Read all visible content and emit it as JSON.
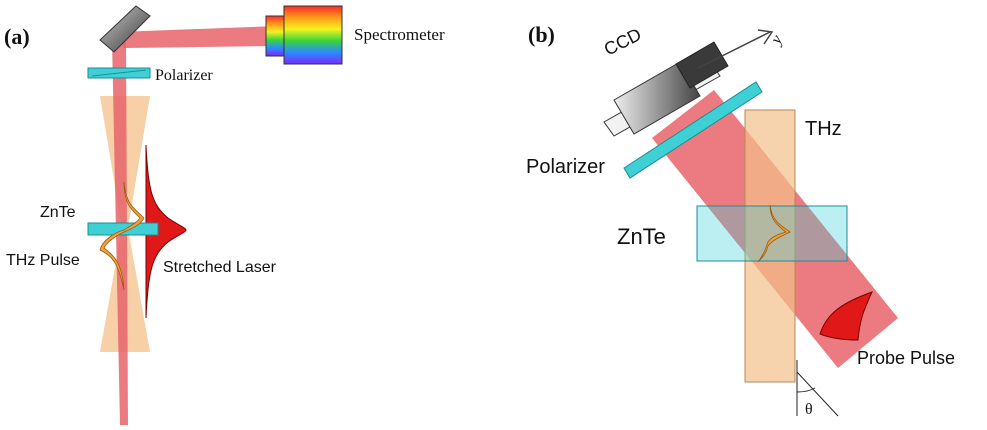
{
  "panels": {
    "a": {
      "tag": "(a)",
      "labels": {
        "spectrometer": "Spectrometer",
        "polarizer": "Polarizer",
        "znte": "ZnTe",
        "thz_pulse": "THz Pulse",
        "stretched_laser": "Stretched Laser"
      }
    },
    "b": {
      "tag": "(b)",
      "labels": {
        "ccd": "CCD",
        "axis": "y",
        "thz": "THz",
        "polarizer": "Polarizer",
        "znte": "ZnTe",
        "probe_pulse": "Probe Pulse",
        "angle": "θ"
      }
    }
  },
  "colors": {
    "laser": "#e8646a",
    "thz_beam": "#f4c08a",
    "crystal": "#3fd0d6",
    "pulse_orange": "#f2a23a",
    "pulse_red": "#e01818",
    "mirror": "#555555"
  }
}
